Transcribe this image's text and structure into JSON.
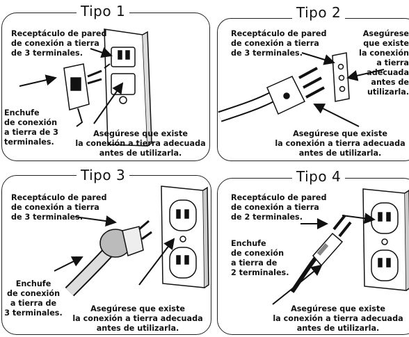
{
  "tipo1": {
    "title": "Tipo 1",
    "receptacle": "Receptáculo de pared\nde conexión a tierra\nde 3 terminales.",
    "plug": "Enchufe\nde conexión\na tierra de 3\nterminales.",
    "check": "Asegúrese que existe\nla conexión a tierra adecuada\nantes de utilizarla."
  },
  "tipo2": {
    "title": "Tipo 2",
    "receptacle": "Receptáculo de pared\nde conexión a tierra\nde 3 terminales.",
    "check_side": "Asegúrese\nque existe\nla conexión\na tierra\nadecuada\nantes de\nutilizarla.",
    "check": "Asegúrese que existe\nla conexión a tierra adecuada\nantes de utilizarla."
  },
  "tipo3": {
    "title": "Tipo 3",
    "receptacle": "Receptáculo de pared\nde conexión a tierra\nde 3 terminales.",
    "plug": "Enchufe\nde conexión\na tierra de\n3 terminales.",
    "check": "Asegúrese que existe\nla conexión a tierra adecuada\nantes de utilizarla."
  },
  "tipo4": {
    "title": "Tipo 4",
    "receptacle": "Receptáculo de pared\nde conexión a tierra\nde 2 terminales.",
    "plug": "Enchufe\nde conexión\na tierra de\n2 terminales.",
    "check": "Asegúrese que existe\nla conexión a tierra adecuada\nantes de utilizarla."
  }
}
